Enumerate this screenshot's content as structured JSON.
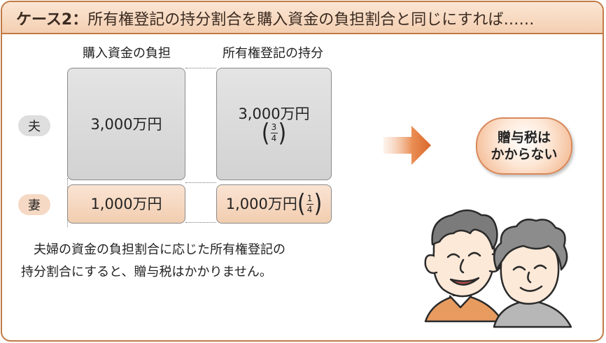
{
  "header": {
    "case_label": "ケース2：",
    "title": "所有権登記の持分割合を購入資金の負担割合と同じにすれば……"
  },
  "columns": {
    "purchase_label": "購入資金の負担",
    "ownership_label": "所有権登記の持分"
  },
  "rows": {
    "husband_label": "夫",
    "wife_label": "妻"
  },
  "purchase": {
    "husband": "3,000万円",
    "wife": "1,000万円"
  },
  "ownership": {
    "husband": "3,000万円",
    "husband_share": {
      "num": "3",
      "den": "4"
    },
    "wife": "1,000万円",
    "wife_share": {
      "num": "1",
      "den": "4"
    }
  },
  "note": {
    "line1": "夫婦の資金の負担割合に応じた所有権登記の",
    "line2": "持分割合にすると、贈与税はかかりません。"
  },
  "result": {
    "line1": "贈与税は",
    "line2": "かからない"
  },
  "colors": {
    "accent": "#c07a45",
    "arrow": "#e07a3a",
    "peach": "#f6d9c4",
    "gray": "#dedede"
  },
  "icons": {
    "arrow": "right-arrow-icon",
    "illustration": "couple-illustration"
  }
}
